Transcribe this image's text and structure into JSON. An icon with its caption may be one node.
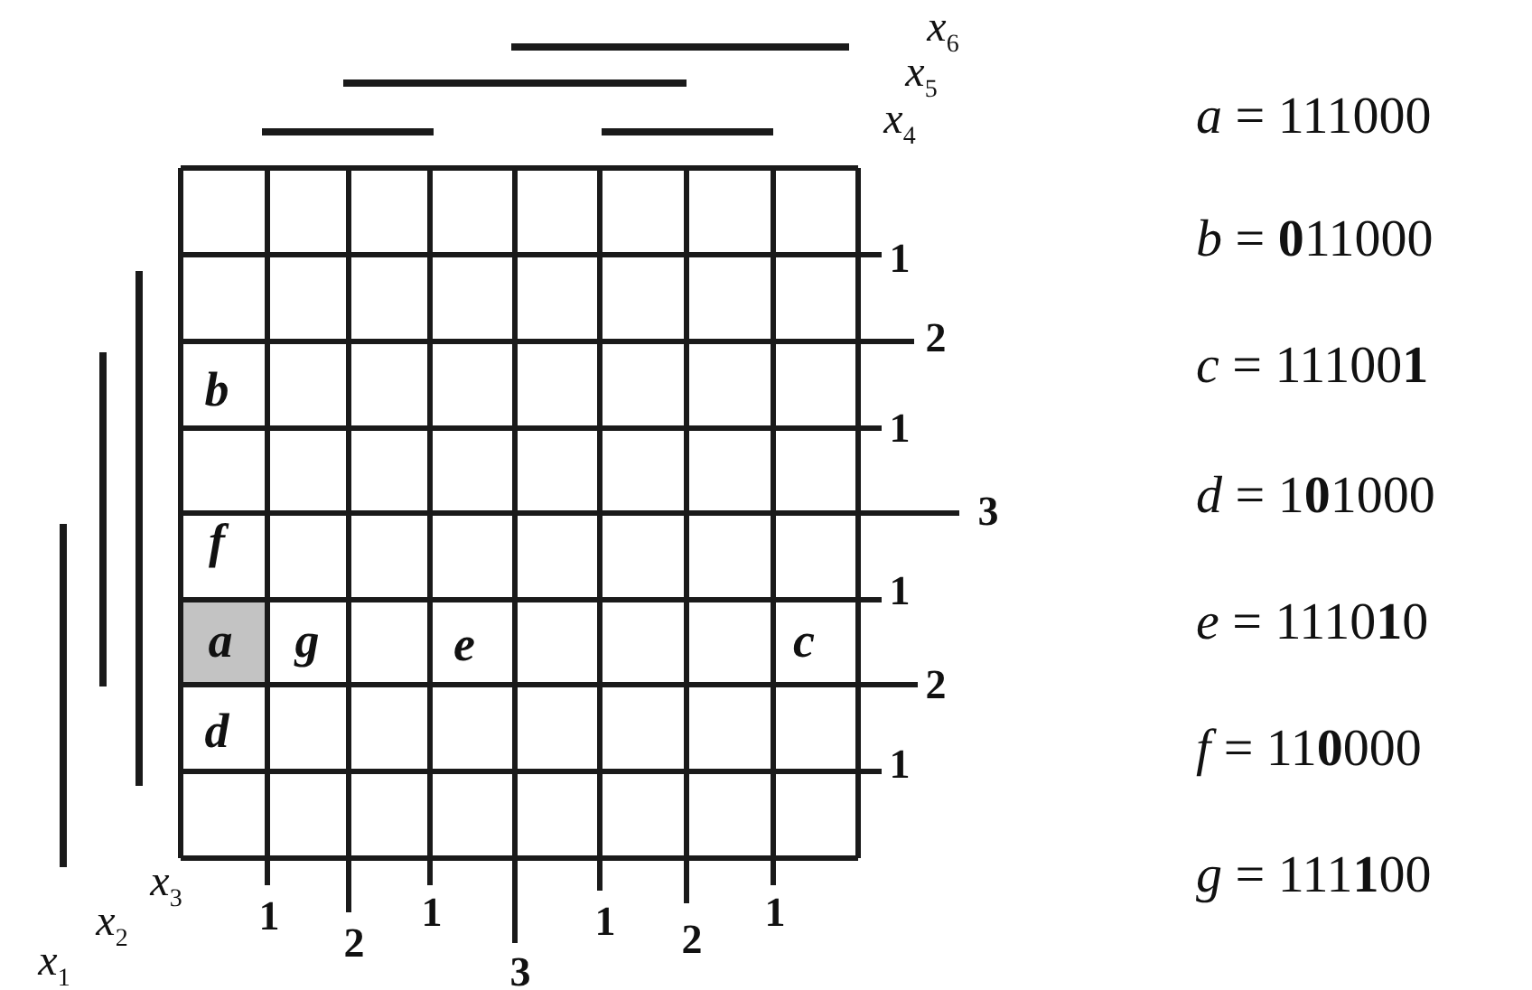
{
  "diagram": {
    "labels": [
      "x$_{6}$",
      "x$_{5}$",
      "x$_{4}$",
      "b",
      "f",
      "a",
      "g",
      "e",
      "c",
      "d",
      "1",
      "2",
      "1",
      "3",
      "1",
      "2",
      "1",
      "x$_{3}$",
      "x$_{2}$",
      "x$_{1}$",
      "1",
      "2",
      "1",
      "3",
      "1",
      "2",
      "1",
      "*a* = 111000",
      "*b* = **0**11000",
      "*c* = 11100**1**",
      "*d* = 1**0**1000",
      "*e* = 1110**1**0",
      "*f* = 11**0**000",
      "*g* = 111**1**00"
    ]
  }
}
